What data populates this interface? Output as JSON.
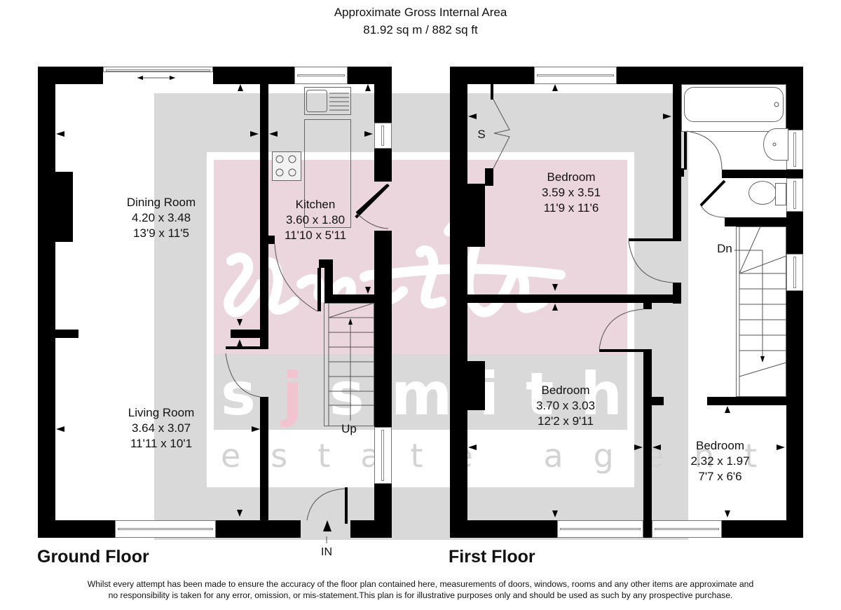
{
  "header": {
    "title": "Approximate Gross Internal Area",
    "area": "81.92 sq m / 882 sq ft"
  },
  "watermark": {
    "script_logo": "sjsmith",
    "brand": "sjsmith",
    "brand_letters": [
      "s",
      "j",
      "s",
      "m",
      "i",
      "t",
      "h"
    ],
    "tagline": "estate agents",
    "colors": {
      "gray": "#d9d9d9",
      "pink": "#ecd6dd",
      "accent_j": "#f2c4cf"
    }
  },
  "floors": [
    {
      "label": "Ground Floor",
      "rooms": [
        {
          "name": "Dining Room",
          "metric": "4.20 x 3.48",
          "imperial": "13'9 x 11'5"
        },
        {
          "name": "Kitchen",
          "metric": "3.60 x 1.80",
          "imperial": "11'10 x 5'11"
        },
        {
          "name": "Living Room",
          "metric": "3.64 x 3.07",
          "imperial": "11'11 x 10'1"
        }
      ],
      "annotations": {
        "stairs": "Up",
        "entrance": "IN"
      }
    },
    {
      "label": "First Floor",
      "rooms": [
        {
          "name": "Bedroom",
          "metric": "3.59 x 3.51",
          "imperial": "11'9 x 11'6"
        },
        {
          "name": "Bedroom",
          "metric": "3.70 x 3.03",
          "imperial": "12'2 x 9'11"
        },
        {
          "name": "Bedroom",
          "metric": "2.32 x 1.97",
          "imperial": "7'7 x 6'6"
        }
      ],
      "annotations": {
        "stairs": "Dn",
        "storage": "S"
      }
    }
  ],
  "footer": {
    "disclaimer_line1": "Whilst every attempt has been made to ensure the accuracy of the floor plan contained here, measurements of doors, windows, rooms and any other items are approximate and",
    "disclaimer_line2": "no responsibility is taken for any error, omission, or mis-statement.This plan is for illustrative purposes only and should be used as such by any prospective purchase."
  }
}
